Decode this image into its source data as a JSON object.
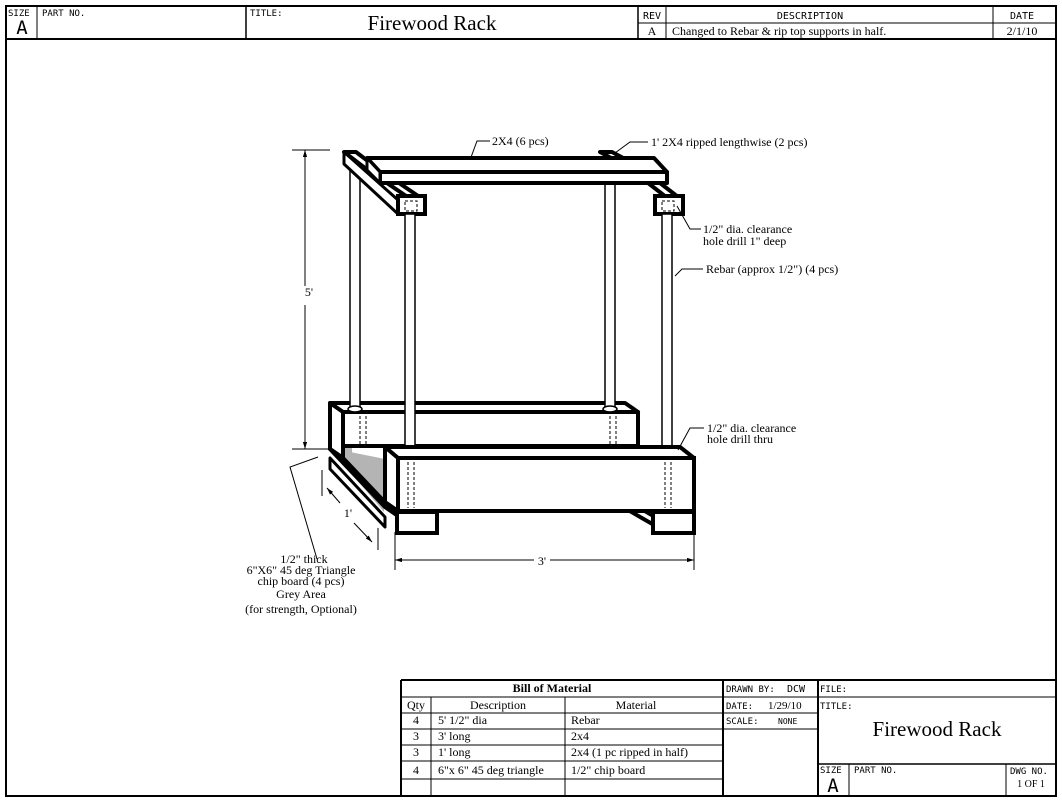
{
  "title_block": {
    "size_label": "SIZE",
    "size_value": "A",
    "part_no_label": "PART NO.",
    "title_label": "TITLE:",
    "title": "Firewood Rack"
  },
  "revisions": {
    "headers": {
      "rev": "REV",
      "description": "DESCRIPTION",
      "date": "DATE"
    },
    "rows": [
      {
        "rev": "A",
        "description": "Changed to Rebar & rip top supports in half.",
        "date": "2/1/10"
      }
    ]
  },
  "callouts": {
    "top_boards": "2X4 (6 pcs)",
    "ripped_boards": "1' 2X4 ripped lengthwise (2 pcs)",
    "top_hole_1": "1/2\" dia. clearance",
    "top_hole_2": "hole drill 1\" deep",
    "rebar": "Rebar (approx 1/2\") (4 pcs)",
    "bottom_hole_1": "1/2\" dia. clearance",
    "bottom_hole_2": "hole drill thru",
    "triangle_1": "1/2\" thick",
    "triangle_2": "6\"X6\" 45 deg Triangle",
    "triangle_3": "chip board (4 pcs)",
    "triangle_4": "Grey Area",
    "triangle_5": "(for strength, Optional)"
  },
  "dimensions": {
    "height": "5'",
    "depth": "1'",
    "width": "3'"
  },
  "bom": {
    "title": "Bill of Material",
    "headers": {
      "qty": "Qty",
      "description": "Description",
      "material": "Material"
    },
    "rows": [
      {
        "qty": "4",
        "description": "5' 1/2\" dia",
        "material": "Rebar"
      },
      {
        "qty": "3",
        "description": "3' long",
        "material": "2x4"
      },
      {
        "qty": "3",
        "description": "1' long",
        "material": "2x4 (1 pc ripped in half)"
      },
      {
        "qty": "4",
        "description": "6\"x 6\" 45 deg triangle",
        "material": "1/2\" chip board"
      }
    ]
  },
  "drawing_info": {
    "drawn_by_label": "DRAWN BY:",
    "drawn_by": "DCW",
    "date_label": "DATE:",
    "date": "1/29/10",
    "scale_label": "SCALE:",
    "scale": "NONE",
    "file_label": "FILE:",
    "title_label": "TITLE:",
    "title": "Firewood Rack",
    "size_label": "SIZE",
    "size_value": "A",
    "part_no_label": "PART NO.",
    "dwg_no_label": "DWG NO.",
    "sheet": "1 OF 1"
  },
  "colors": {
    "line": "#000000",
    "paper": "#ffffff",
    "grey_area": "#b4b4b4"
  }
}
